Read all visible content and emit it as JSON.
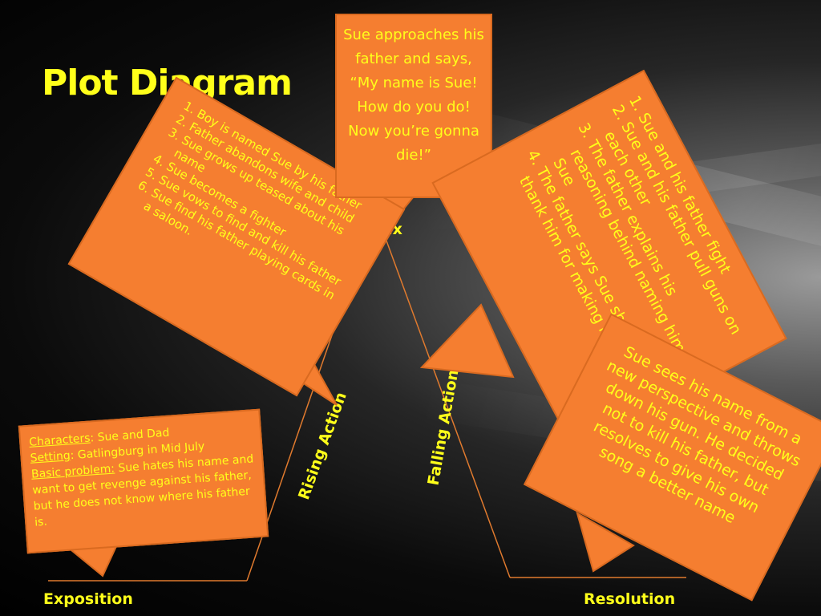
{
  "title": "Plot Diagram",
  "labels": {
    "climax": "Climax",
    "rising_action": "Rising Action",
    "falling_action": "Falling Action",
    "exposition": "Exposition",
    "resolution": "Resolution"
  },
  "exposition_box": {
    "characters_key": "Characters",
    "characters_value": ": Sue and Dad",
    "setting_key": "Setting",
    "setting_value": ": Gatlingburg in Mid July",
    "problem_key": "Basic problem:",
    "problem_value": " Sue hates his name and want to get revenge against his  father, but he does not know where his father is."
  },
  "rising_action_items": [
    "Boy is named Sue by his father",
    "Father abandons wife and child",
    "Sue grows up teased about his name",
    "Sue becomes a fighter",
    "Sue vows to find and kill his father",
    "Sue find his father playing cards in a saloon."
  ],
  "climax_text": "Sue approaches his father and says, “My name is Sue! How do you do! Now you’re gonna die!”",
  "falling_action_items": [
    "Sue and his father fight",
    "Sue and his father pull guns on each other",
    "The father explains his reasoning behind naming him Sue",
    "The father says Sue should thank him for making him tough"
  ],
  "resolution_text": "Sue sees his name from a new perspective and throws down his gun. He decided not to kill his father, but resolves to give his own song a better name",
  "colors": {
    "box_fill": "#f57e30",
    "text_yellow": "#ffff1a",
    "line": "#e07a2e"
  }
}
